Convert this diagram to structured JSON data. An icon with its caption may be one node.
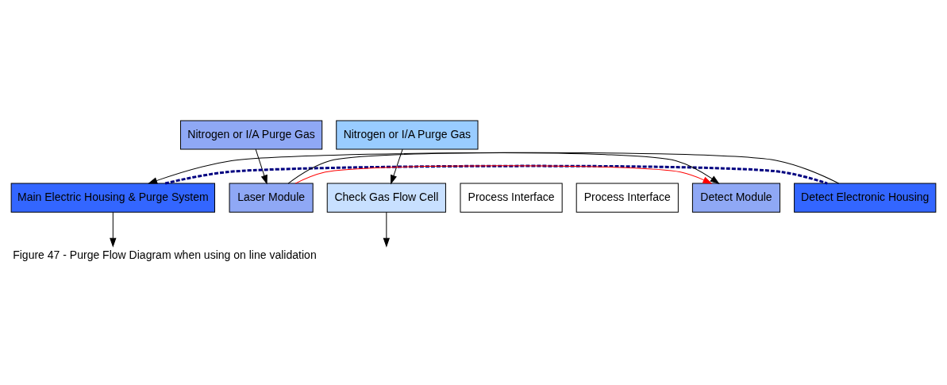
{
  "diagram": {
    "caption": "Figure 47 - Purge Flow Diagram when using on line validation",
    "nodes": [
      {
        "text": [
          "Nitrogen or I/A Purge Gas"
        ]
      },
      {
        "text": [
          "Nitrogen or I/A Purge Gas"
        ]
      },
      {
        "text": [
          "Main Electric Housing & Purge System"
        ]
      },
      {
        "text": [
          "Laser Module"
        ]
      },
      {
        "text": [
          "Check Gas Flow Cell"
        ]
      },
      {
        "text": [
          "Process Interface"
        ]
      },
      {
        "text": [
          "Process Interface"
        ]
      },
      {
        "text": [
          "Detect Module"
        ]
      },
      {
        "text": [
          "Detect Electronic Housing"
        ]
      }
    ],
    "edges": [
      {
        "from": 0,
        "to": 3,
        "arrow": "to"
      },
      {
        "from": 1,
        "to": 4,
        "arrow": "to"
      },
      {
        "from": 3,
        "to": 7,
        "arrow": "to",
        "color": "#ff0000"
      },
      {
        "from": 4,
        "to": null,
        "arrow": "to"
      },
      {
        "from": 2,
        "to": null,
        "arrow": "to"
      },
      {
        "from": 3,
        "to": 7,
        "arrow": "to"
      },
      {
        "from": 2,
        "to": 8,
        "arrow": "none",
        "style": "dashed",
        "color": "#000080"
      },
      {
        "from": 8,
        "to": 2,
        "arrow": "to"
      }
    ]
  }
}
